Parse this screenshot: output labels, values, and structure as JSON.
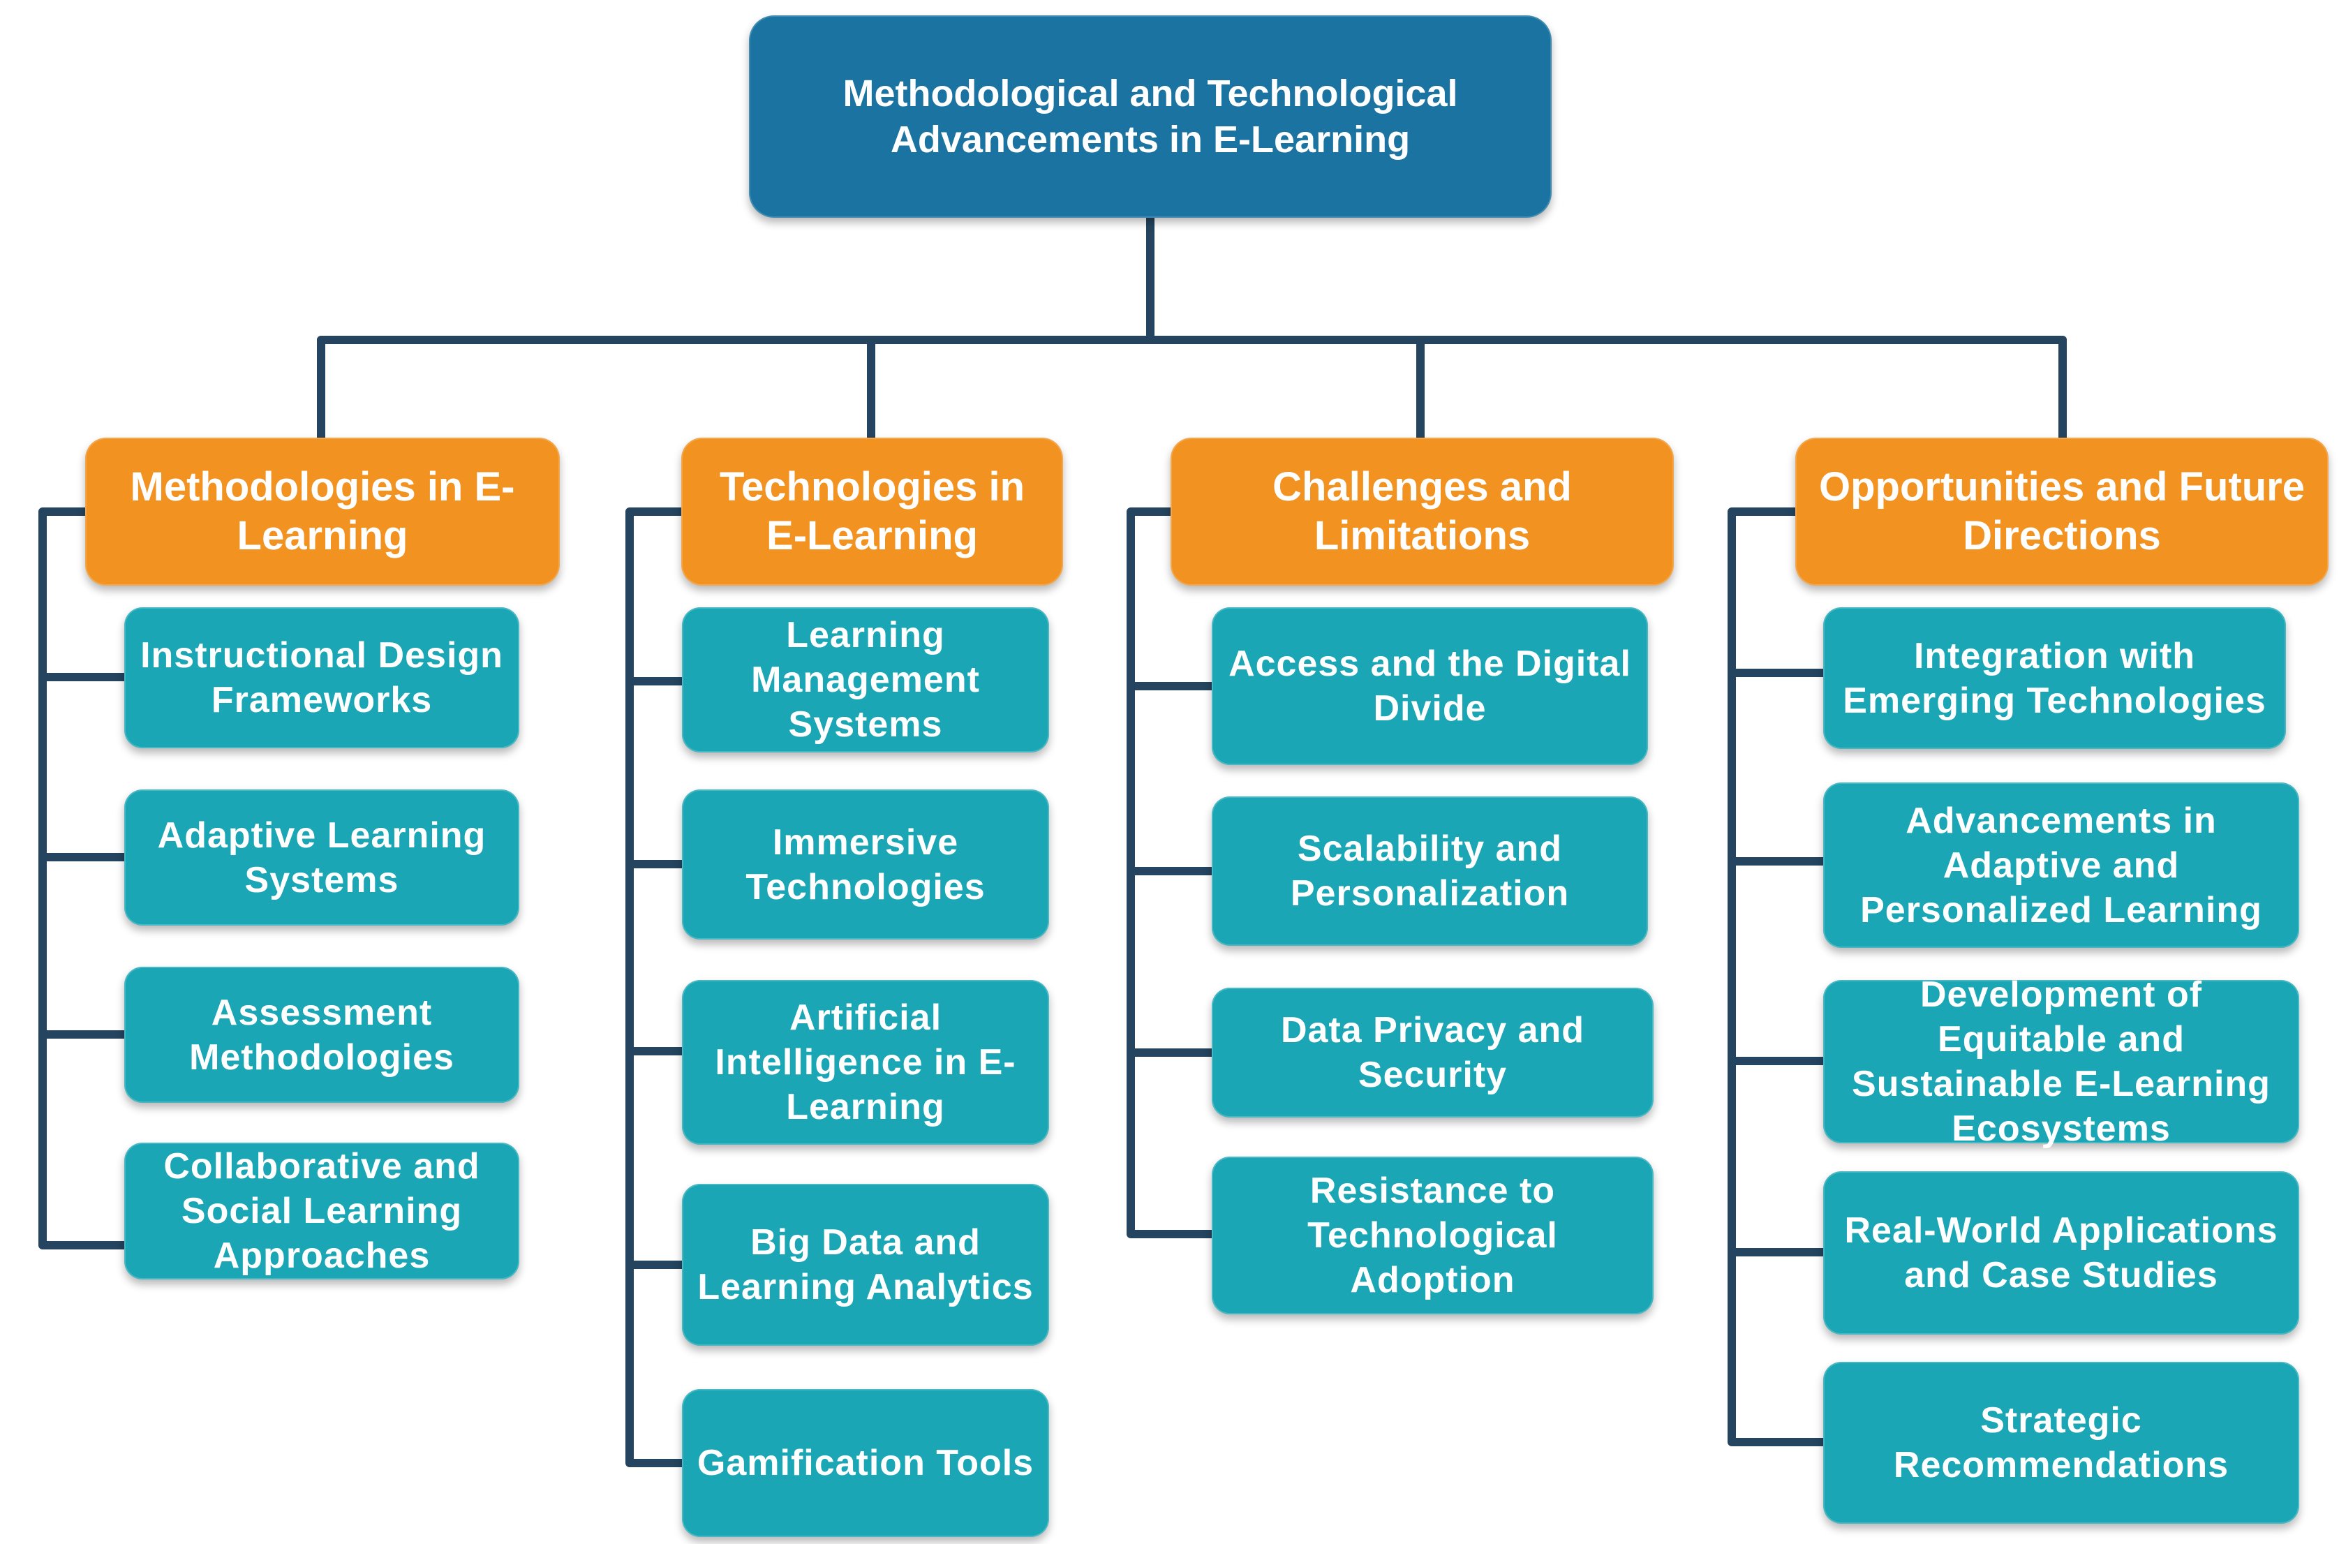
{
  "root": {
    "title": "Methodological and Technological Advancements in E-Learning"
  },
  "categories": [
    {
      "title": "Methodologies in E-Learning",
      "items": [
        "Instructional Design Frameworks",
        "Adaptive Learning Systems",
        "Assessment Methodologies",
        "Collaborative and Social Learning Approaches"
      ]
    },
    {
      "title": "Technologies in E-Learning",
      "items": [
        "Learning Management Systems",
        "Immersive Technologies",
        "Artificial Intelligence in E-Learning",
        "Big Data and Learning Analytics",
        "Gamification Tools"
      ]
    },
    {
      "title": "Challenges and Limitations",
      "items": [
        "Access and the Digital Divide",
        "Scalability and Personalization",
        "Data Privacy and Security",
        "Resistance to Technological Adoption"
      ]
    },
    {
      "title": "Opportunities and Future Directions",
      "items": [
        "Integration with Emerging Technologies",
        "Advancements in Adaptive and Personalized Learning",
        "Development of Equitable and Sustainable E-Learning Ecosystems",
        "Real-World Applications and Case Studies",
        "Strategic Recommendations"
      ]
    }
  ],
  "colors": {
    "root": "#1a73a0",
    "category": "#f19221",
    "item": "#1aa6b4",
    "connector": "#24445f"
  }
}
